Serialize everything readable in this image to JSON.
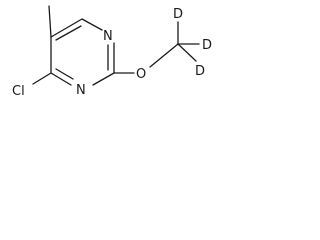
{
  "molecule": {
    "name": "",
    "atoms": {
      "n_top": "N",
      "n_bottom": "N",
      "cl": "Cl",
      "o": "O",
      "d1": "D",
      "d2": "D",
      "d3": "D"
    },
    "colors": {
      "ink": "#1a1a1a",
      "background": "#ffffff"
    }
  }
}
